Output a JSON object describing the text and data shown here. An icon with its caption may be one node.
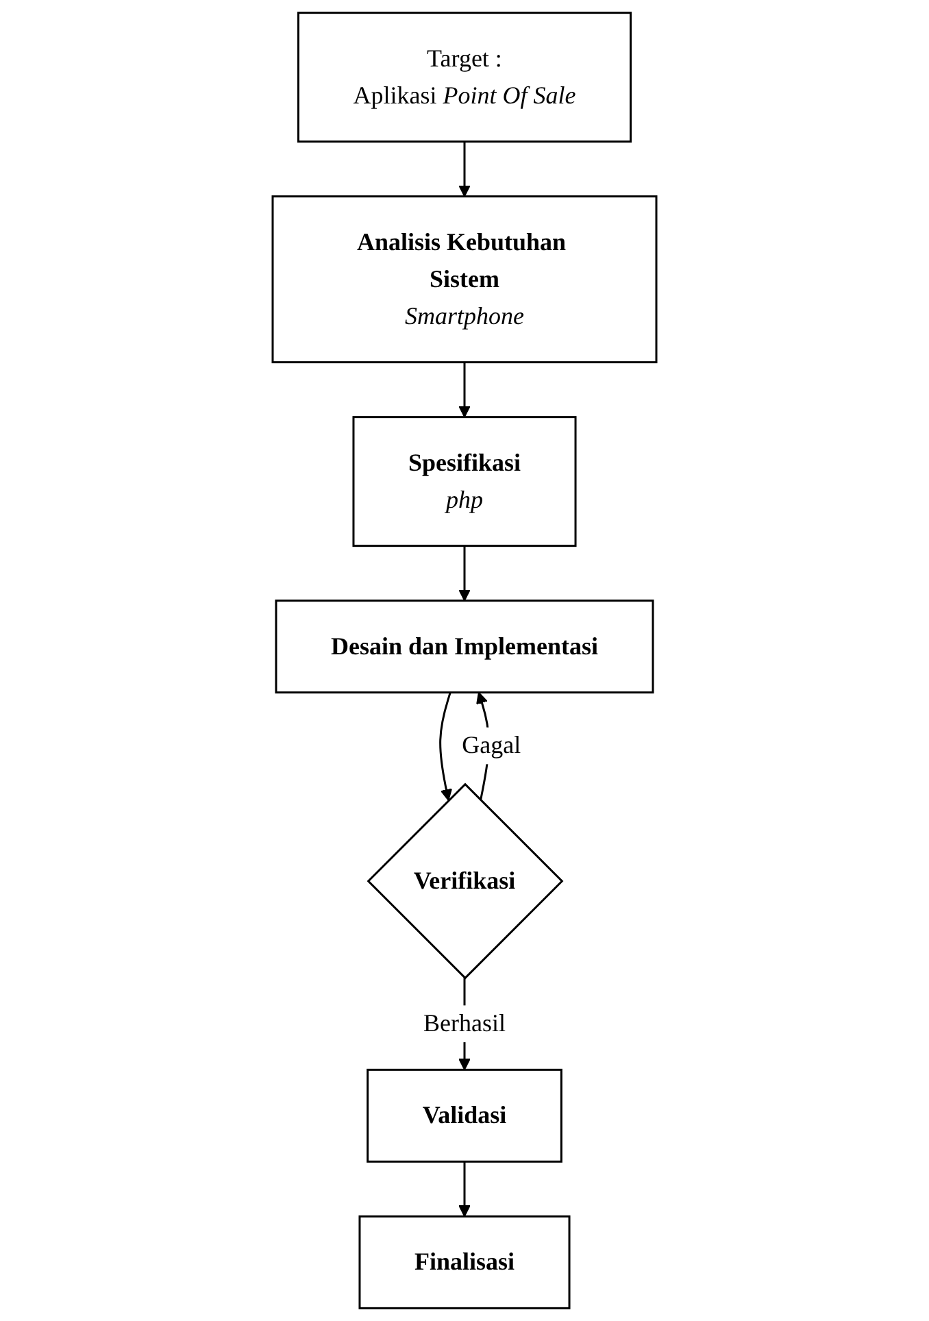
{
  "diagram": {
    "nodes": [
      {
        "text": [
          "Target :",
          "Aplikasi *Point Of Sale*"
        ]
      },
      {
        "text": [
          "Analisis Kebutuhan Sistem",
          "Smartphone"
        ]
      },
      {
        "text": [
          "Spesifikasi",
          "php"
        ]
      },
      {
        "text": [
          "Desain dan Implementasi"
        ]
      },
      {
        "text": [
          "Verifikasi"
        ]
      },
      {
        "text": [
          "Validasi"
        ]
      },
      {
        "text": [
          "Finalisasi"
        ]
      }
    ],
    "edges": [
      {
        "from": 0,
        "to": 1,
        "arrow": "to"
      },
      {
        "from": 1,
        "to": 2,
        "arrow": "to"
      },
      {
        "from": 2,
        "to": 3,
        "arrow": "to"
      },
      {
        "from": 3,
        "to": 4,
        "arrow": "to"
      },
      {
        "from": 4,
        "to": 3,
        "arrow": "to",
        "label": "Gagal"
      },
      {
        "from": 4,
        "to": 5,
        "arrow": "to",
        "label": "Berhasil"
      },
      {
        "from": 5,
        "to": 6,
        "arrow": "to"
      }
    ]
  }
}
